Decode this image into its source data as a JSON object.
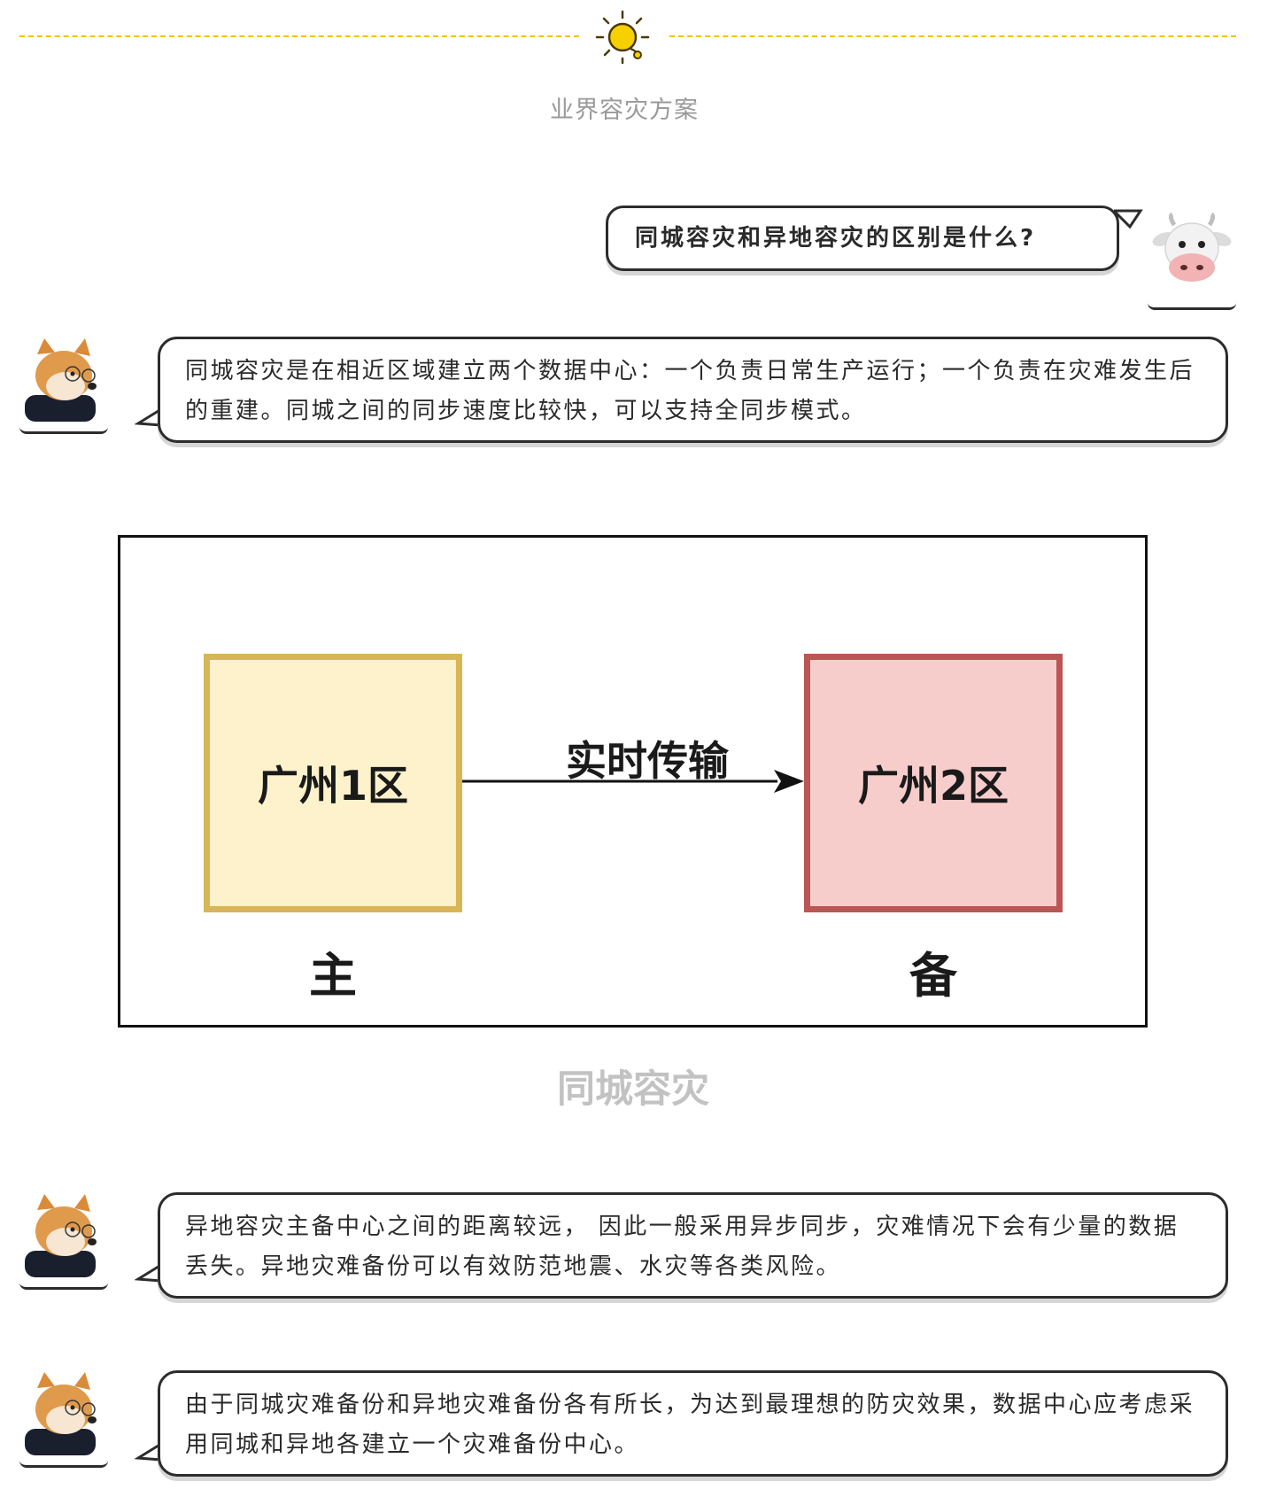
{
  "header": {
    "section_title": "业界容灾方案",
    "icon": "lightbulb-sun-icon",
    "accent_color": "#f2c200"
  },
  "question": {
    "text": "同城容灾和异地容灾的区别是什么?",
    "avatar": "cow-avatar-icon"
  },
  "answers": [
    {
      "text": "同城容灾是在相近区域建立两个数据中心：一个负责日常生产运行；一个负责在灾难发生后的重建。同城之间的同步速度比较快，可以支持全同步模式。",
      "avatar": "shiba-dog-avatar-icon"
    },
    {
      "text": "异地容灾主备中心之间的距离较远， 因此一般采用异步同步，灾难情况下会有少量的数据丢失。异地灾难备份可以有效防范地震、水灾等各类风险。",
      "avatar": "shiba-dog-avatar-icon"
    },
    {
      "text": "由于同城灾难备份和异地灾难备份各有所长，为达到最理想的防灾效果，数据中心应考虑采用同城和异地各建立一个灾难备份中心。",
      "avatar": "shiba-dog-avatar-icon"
    }
  ],
  "diagram": {
    "primary_node": "广州1区",
    "backup_node": "广州2区",
    "edge_label": "实时传输",
    "primary_role": "主",
    "backup_role": "备",
    "caption": "同城容灾",
    "primary_fill": "#fef2cc",
    "primary_stroke": "#d8b655",
    "backup_fill": "#f7cdcc",
    "backup_stroke": "#bb5654"
  }
}
